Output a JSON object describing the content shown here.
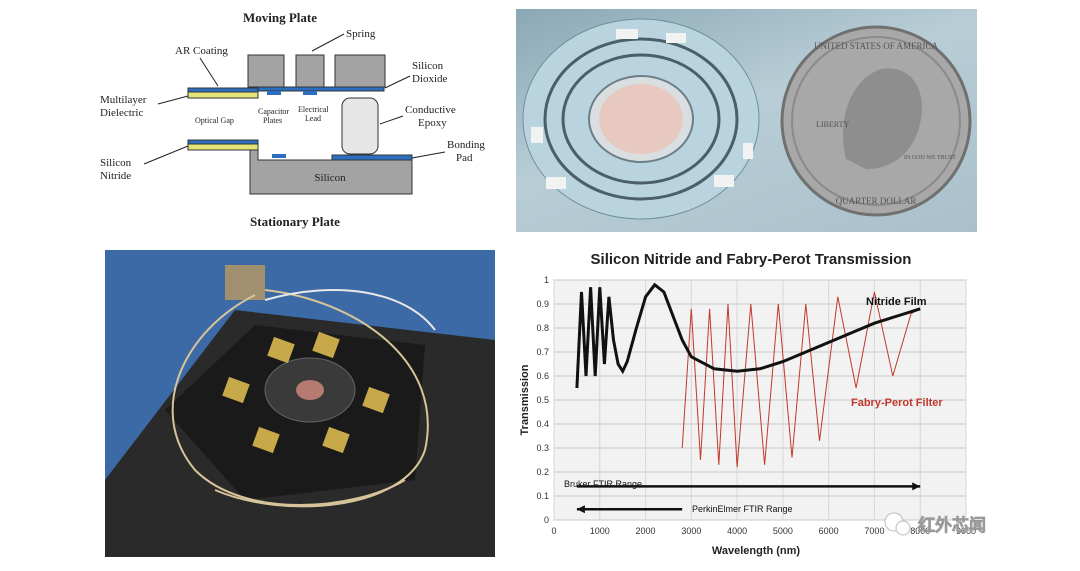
{
  "diagram": {
    "title_top": "Moving Plate",
    "title_bottom": "Stationary Plate",
    "labels": {
      "spring": "Spring",
      "ar_coating": "AR Coating",
      "silicon_dioxide_1": "Silicon",
      "silicon_dioxide_2": "Dioxide",
      "multilayer_1": "Multilayer",
      "multilayer_2": "Dielectric",
      "optical_gap": "Optical Gap",
      "capacitor_1": "Capacitor",
      "capacitor_2": "Plates",
      "electrical_1": "Electrical",
      "electrical_2": "Lead",
      "conductive_1": "Conductive",
      "conductive_2": "Epoxy",
      "silicon_nitride_1": "Silicon",
      "silicon_nitride_2": "Nitride",
      "bonding_1": "Bonding",
      "bonding_2": "Pad",
      "silicon": "Silicon"
    },
    "colors": {
      "gray": "#a3a3a3",
      "yellow": "#e4e47a",
      "blue": "#2c6fc0"
    }
  },
  "photo_mems": {
    "coin_lines": [
      "UNITED STATES OF AMERICA",
      "LIBERTY",
      "IN GOD WE TRUST",
      "QUARTER DOLLAR"
    ]
  },
  "photo_fixture": {
    "description_icon": "fixture-photo"
  },
  "chart": {
    "title": "Silicon Nitride and Fabry-Perot Transmission",
    "xlabel": "Wavelength (nm)",
    "ylabel": "Transmission",
    "x_ticks": [
      "0",
      "1000",
      "2000",
      "3000",
      "4000",
      "5000",
      "6000",
      "7000",
      "8000",
      "9000"
    ],
    "y_ticks": [
      "0",
      "0.1",
      "0.2",
      "0.3",
      "0.4",
      "0.5",
      "0.6",
      "0.7",
      "0.8",
      "0.9",
      "1"
    ],
    "legend_nitride": "Nitride Film",
    "legend_fp": "Fabry-Perot Filter",
    "arrow_bruker": "Bruker FTIR Range",
    "arrow_perkin": "PerkinElmer FTIR Range",
    "colors": {
      "nitride": "#111111",
      "fp": "#c0392b"
    }
  },
  "chart_data": {
    "type": "line",
    "title": "Silicon Nitride and Fabry-Perot Transmission",
    "xlabel": "Wavelength (nm)",
    "ylabel": "Transmission",
    "xlim": [
      0,
      9000
    ],
    "ylim": [
      0,
      1
    ],
    "series": [
      {
        "name": "Nitride Film",
        "x": [
          500,
          600,
          700,
          800,
          900,
          1000,
          1100,
          1200,
          1300,
          1400,
          1500,
          1600,
          1800,
          2000,
          2200,
          2400,
          2600,
          2800,
          3000,
          3500,
          4000,
          4500,
          5000,
          5500,
          6000,
          6500,
          7000,
          7500,
          8000
        ],
        "y": [
          0.55,
          0.95,
          0.6,
          0.97,
          0.6,
          0.97,
          0.65,
          0.93,
          0.75,
          0.65,
          0.62,
          0.66,
          0.8,
          0.93,
          0.98,
          0.95,
          0.85,
          0.75,
          0.68,
          0.63,
          0.62,
          0.63,
          0.66,
          0.7,
          0.74,
          0.78,
          0.82,
          0.85,
          0.88
        ]
      },
      {
        "name": "Fabry-Perot Filter",
        "x": [
          2800,
          3000,
          3200,
          3400,
          3600,
          3800,
          4000,
          4300,
          4600,
          4900,
          5200,
          5500,
          5800,
          6200,
          6600,
          7000,
          7400,
          7800,
          8000
        ],
        "y": [
          0.3,
          0.88,
          0.25,
          0.88,
          0.23,
          0.9,
          0.22,
          0.9,
          0.23,
          0.9,
          0.26,
          0.9,
          0.33,
          0.93,
          0.55,
          0.95,
          0.6,
          0.86,
          0.88
        ]
      }
    ]
  },
  "watermark": {
    "text": "红外芯闻"
  }
}
